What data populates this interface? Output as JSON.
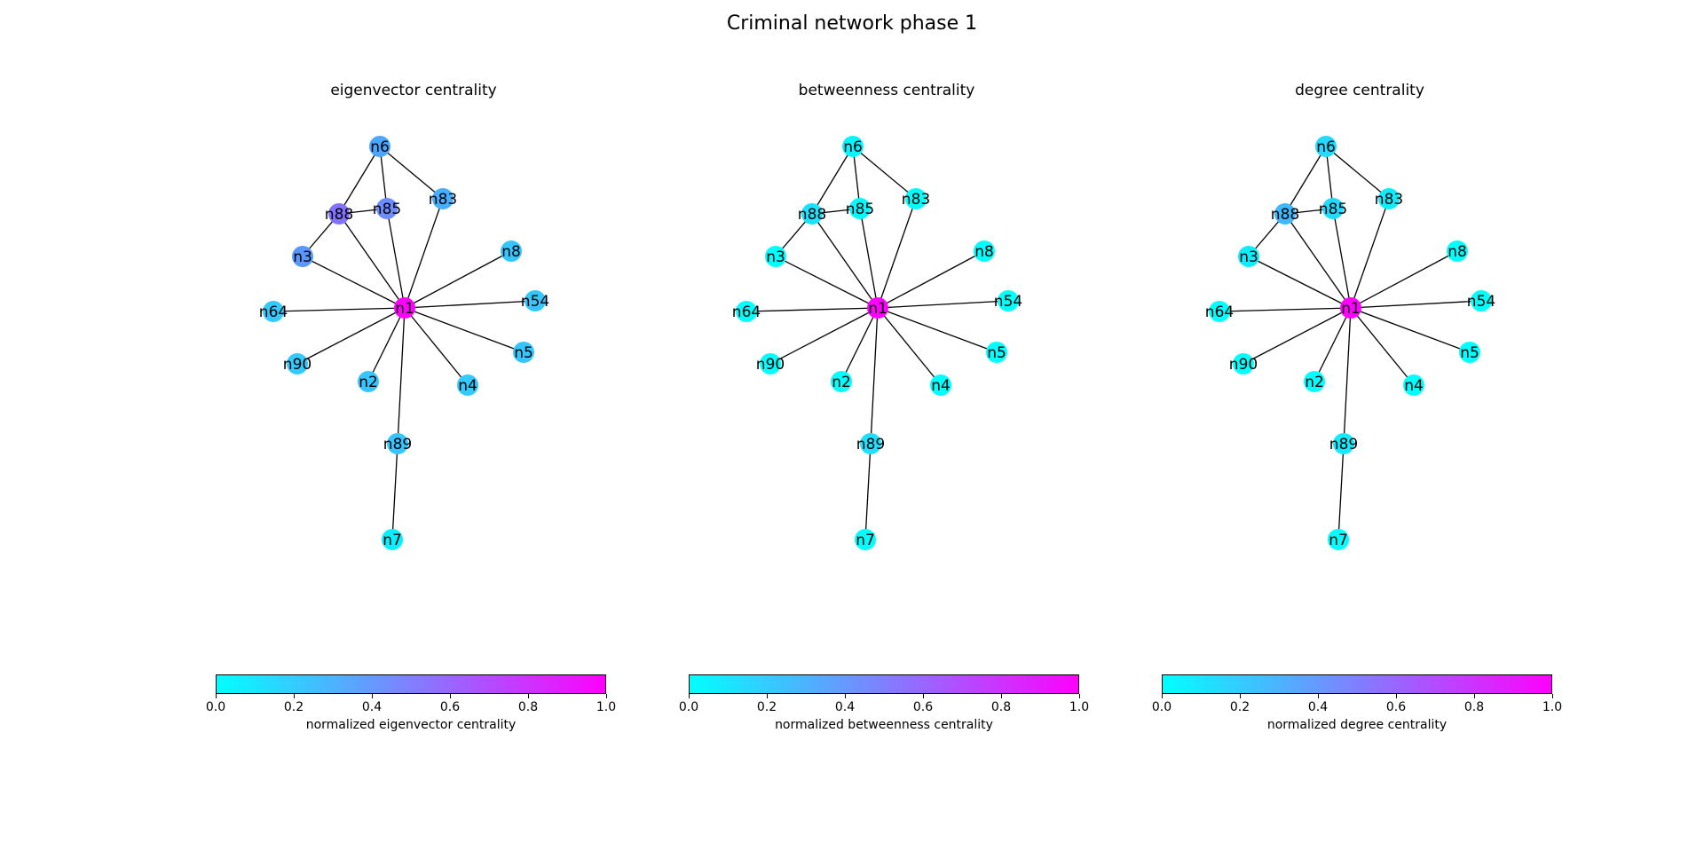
{
  "figure": {
    "title": "Criminal network phase 1"
  },
  "nodes": [
    "n1",
    "n6",
    "n88",
    "n85",
    "n83",
    "n3",
    "n8",
    "n64",
    "n54",
    "n90",
    "n2",
    "n5",
    "n4",
    "n89",
    "n7"
  ],
  "edges": [
    [
      "n6",
      "n88"
    ],
    [
      "n6",
      "n85"
    ],
    [
      "n6",
      "n83"
    ],
    [
      "n88",
      "n85"
    ],
    [
      "n88",
      "n3"
    ],
    [
      "n1",
      "n88"
    ],
    [
      "n1",
      "n85"
    ],
    [
      "n1",
      "n83"
    ],
    [
      "n1",
      "n3"
    ],
    [
      "n1",
      "n8"
    ],
    [
      "n1",
      "n64"
    ],
    [
      "n1",
      "n54"
    ],
    [
      "n1",
      "n90"
    ],
    [
      "n1",
      "n2"
    ],
    [
      "n1",
      "n5"
    ],
    [
      "n1",
      "n4"
    ],
    [
      "n1",
      "n89"
    ],
    [
      "n89",
      "n7"
    ]
  ],
  "panels": [
    {
      "title": "eigenvector centrality",
      "colorbar_label": "normalized eigenvector centrality",
      "node_colors": {
        "n1": "#ff00ff",
        "n6": "#4aa6ff",
        "n88": "#8372ff",
        "n85": "#6c8cff",
        "n83": "#4aaeff",
        "n3": "#5997ff",
        "n8": "#36c6ff",
        "n64": "#34c9ff",
        "n54": "#36c6ff",
        "n90": "#34c9ff",
        "n2": "#36c6ff",
        "n5": "#36c6ff",
        "n4": "#34c9ff",
        "n89": "#36c6ff",
        "n7": "#0aefff"
      }
    },
    {
      "title": "betweenness centrality",
      "colorbar_label": "normalized betweenness centrality",
      "node_colors": {
        "n1": "#ff00ff",
        "n6": "#08f5ff",
        "n88": "#1ae3ff",
        "n85": "#06f8ff",
        "n83": "#00ffff",
        "n3": "#00ffff",
        "n8": "#00ffff",
        "n64": "#00ffff",
        "n54": "#00ffff",
        "n90": "#00ffff",
        "n2": "#00ffff",
        "n5": "#00ffff",
        "n4": "#00ffff",
        "n89": "#1ee0ff",
        "n7": "#00ffff"
      }
    },
    {
      "title": "degree centrality",
      "colorbar_label": "normalized degree centrality",
      "node_colors": {
        "n1": "#ff00ff",
        "n6": "#23d9ff",
        "n88": "#3eb9ff",
        "n85": "#23d9ff",
        "n83": "#10ecff",
        "n3": "#10ecff",
        "n8": "#00ffff",
        "n64": "#00ffff",
        "n54": "#00ffff",
        "n90": "#00ffff",
        "n2": "#00ffff",
        "n5": "#00ffff",
        "n4": "#00ffff",
        "n89": "#10ecff",
        "n7": "#00ffff"
      }
    }
  ],
  "colorbar": {
    "ticks": [
      "0.0",
      "0.2",
      "0.4",
      "0.6",
      "0.8",
      "1.0"
    ],
    "colormap": [
      "#00ffff",
      "#ff00ff"
    ]
  }
}
